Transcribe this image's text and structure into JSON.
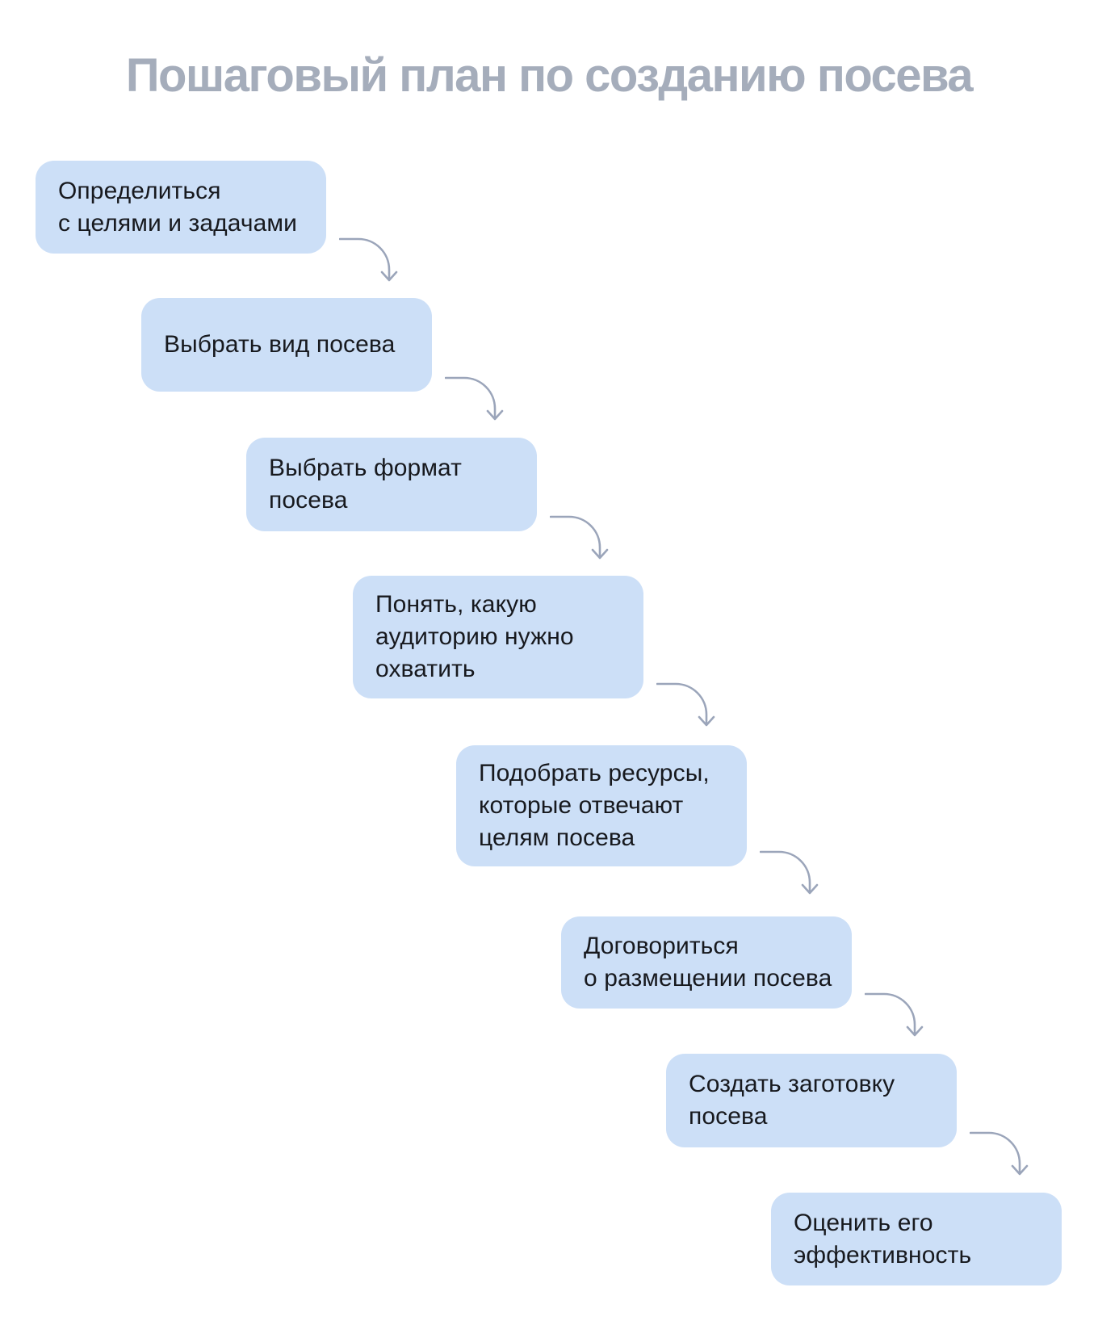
{
  "title": "Пошаговый план по созданию посева",
  "steps": [
    {
      "label": "Определиться\nс целями и задачами"
    },
    {
      "label": "Выбрать вид посева"
    },
    {
      "label": "Выбрать формат\nпосева"
    },
    {
      "label": "Понять, какую\nаудиторию нужно\nохватить"
    },
    {
      "label": "Подобрать ресурсы,\nкоторые отвечают\nцелям посева"
    },
    {
      "label": "Договориться\nо размещении посева"
    },
    {
      "label": "Создать заготовку\nпосева"
    },
    {
      "label": "Оценить его\nэффективность"
    }
  ],
  "connectors": {
    "icon": "curved-arrow-down-icon",
    "count": 7
  },
  "colors": {
    "background": "#FFFFFF",
    "box_fill": "#CCDFF7",
    "box_text": "#17191E",
    "title_text": "#A5ADBB",
    "arrow_stroke": "#9BA5BA"
  }
}
